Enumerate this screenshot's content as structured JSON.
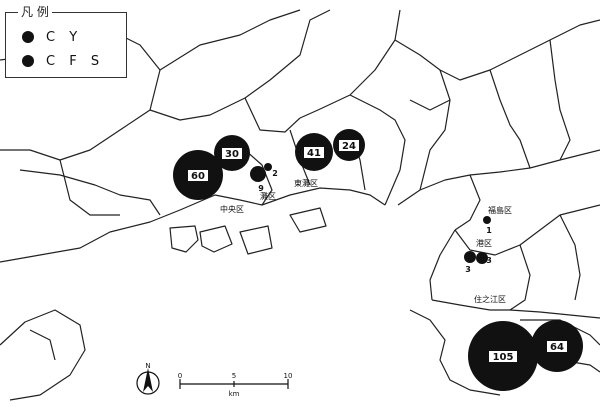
{
  "legend": {
    "title": "凡 例",
    "items": [
      {
        "label": "C Y",
        "color": "#111111"
      },
      {
        "label": "C F S",
        "color": "#111111"
      }
    ]
  },
  "districts": [
    {
      "name": "中央区"
    },
    {
      "name": "灘区"
    },
    {
      "name": "東灘区"
    },
    {
      "name": "福島区"
    },
    {
      "name": "港区"
    },
    {
      "name": "住之江区"
    }
  ],
  "circles": [
    {
      "value": "60"
    },
    {
      "value": "30"
    },
    {
      "value": "9"
    },
    {
      "value": "2"
    },
    {
      "value": "41"
    },
    {
      "value": "24"
    },
    {
      "value": "1"
    },
    {
      "value": "3"
    },
    {
      "value": "3"
    },
    {
      "value": "105"
    },
    {
      "value": "64"
    }
  ],
  "scale": {
    "ticks": [
      "0",
      "5",
      "10"
    ],
    "unit": "km"
  },
  "north": {
    "label": "N"
  },
  "colors": {
    "ink": "#111111",
    "land": "#ffffff",
    "outline": "#222222"
  }
}
